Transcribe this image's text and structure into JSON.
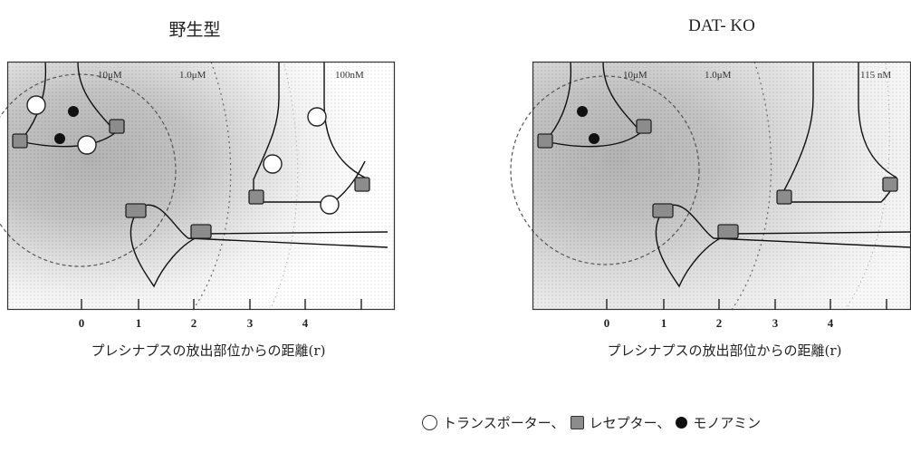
{
  "panels": [
    {
      "title": "野生型",
      "concentrations": [
        "10μM",
        "1.0μM",
        "100nM"
      ],
      "ticks": [
        "0",
        "1",
        "2",
        "3",
        "4"
      ],
      "xlabel": "プレシナプスの放出部位からの距離(r)"
    },
    {
      "title": "DAT- KO",
      "concentrations": [
        "10μM",
        "1.0μM",
        "115 nM"
      ],
      "ticks": [
        "0",
        "1",
        "2",
        "3",
        "4"
      ],
      "xlabel": "プレシナプスの放出部位からの距離(r)"
    }
  ],
  "legend": {
    "transporter": "トランスポーター、",
    "receptor": "レセプター、",
    "monoamine": "モノアミン"
  },
  "colors": {
    "receptor_fill": "#8c8c8c",
    "monoamine": "#111111",
    "transporter_fill": "#ffffff",
    "field_dark": "#8a8a8a"
  }
}
